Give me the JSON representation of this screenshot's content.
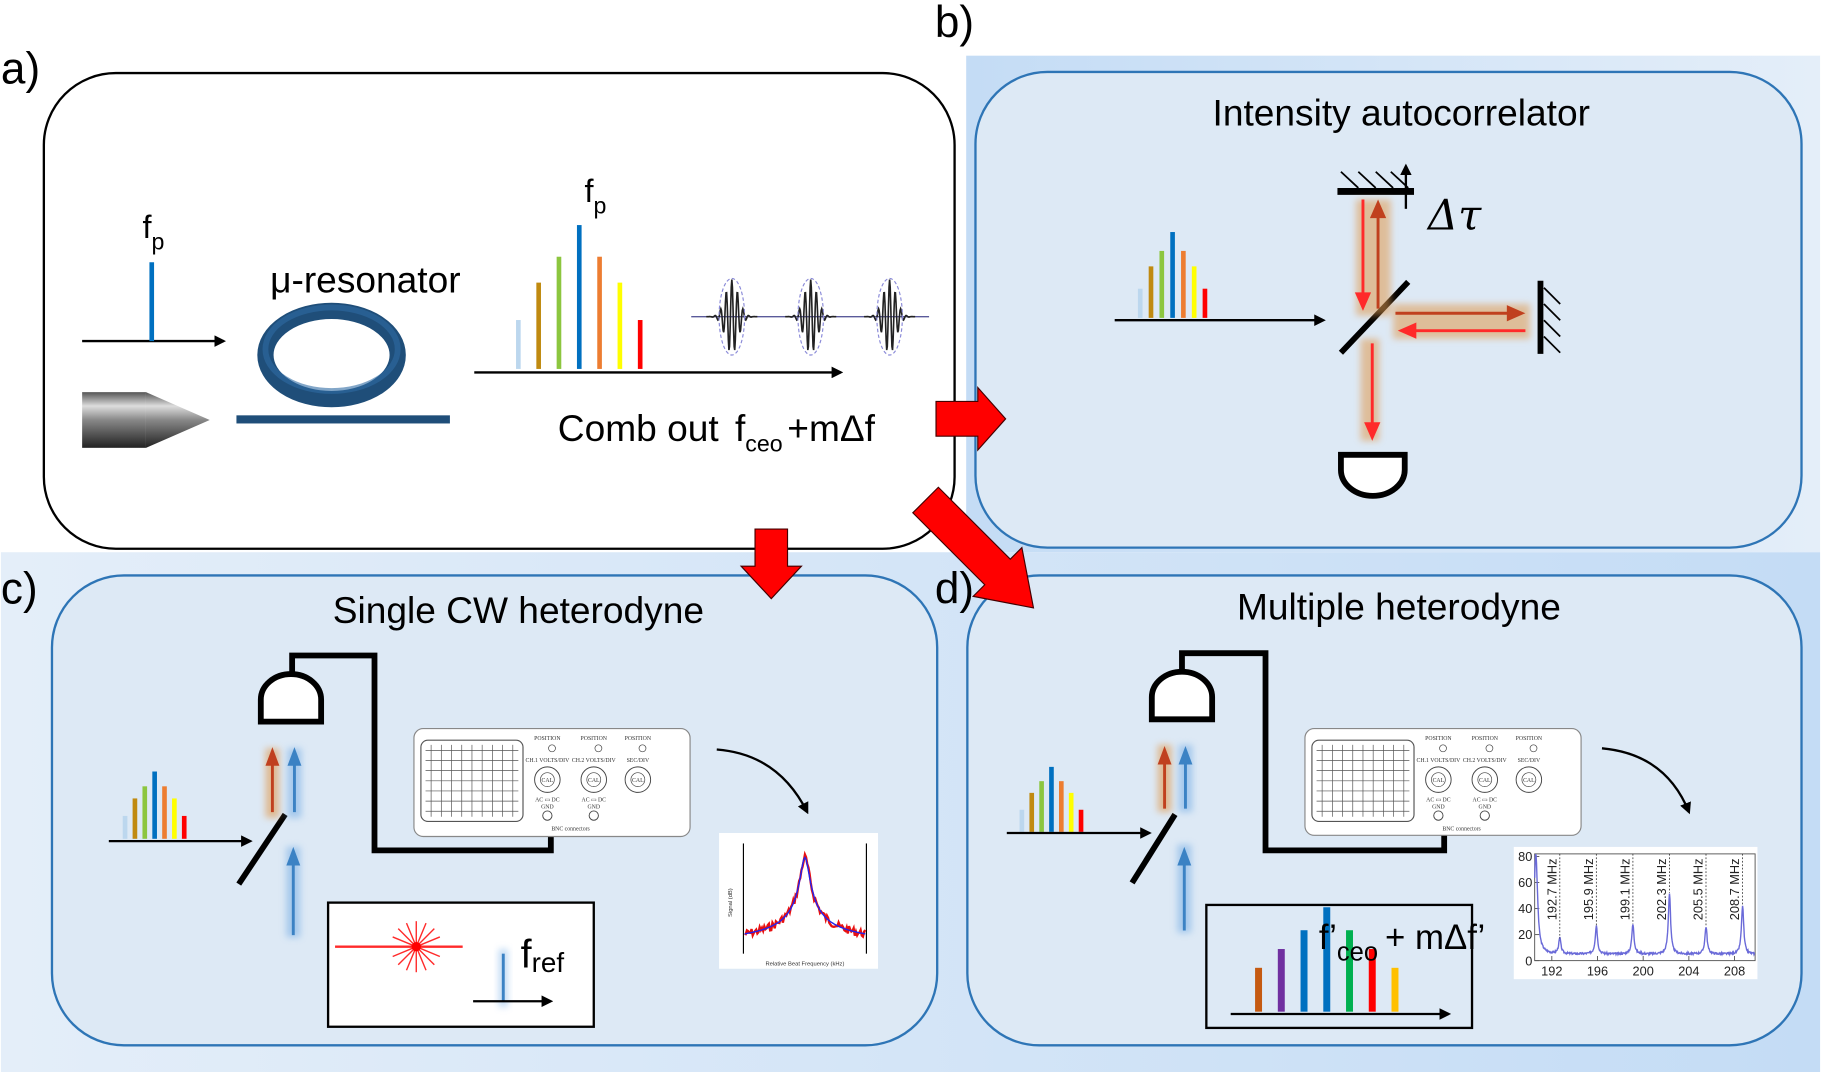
{
  "panels": {
    "a": {
      "letter": "a)",
      "pump_label": "f",
      "pump_sub": "p",
      "resonator_label": "μ-resonator",
      "comb_peak_label": "f",
      "comb_peak_sub": "p",
      "comb_out_prefix": "Comb out",
      "comb_out_f": "f",
      "comb_out_sub": "ceo",
      "comb_out_suffix": "+mΔf",
      "comb_lines": [
        {
          "color": "#bcd7ee",
          "height": 0.34
        },
        {
          "color": "#c08a10",
          "height": 0.6
        },
        {
          "color": "#8cc63f",
          "height": 0.78
        },
        {
          "color": "#0070c0",
          "height": 1.0
        },
        {
          "color": "#ed7d31",
          "height": 0.78
        },
        {
          "color": "#ffff00",
          "height": 0.6
        },
        {
          "color": "#ff0000",
          "height": 0.34
        }
      ],
      "pulse_count": 3
    },
    "b": {
      "letter": "b)",
      "title": "Intensity autocorrelator",
      "delay_label": "Δτ"
    },
    "c": {
      "letter": "c)",
      "title": "Single CW heterodyne",
      "ref_label": "f",
      "ref_sub": "ref",
      "beat_plot": {
        "xlabel": "Relative Beat Frequency (kHz)",
        "ylabel": "Signal (dB)",
        "series": [
          "measured (red)",
          "fit (blue)"
        ]
      }
    },
    "d": {
      "letter": "d)",
      "title": "Multiple heterodyne",
      "comb2_f": "f’",
      "comb2_sub": "ceo",
      "comb2_suffix": "+ mΔf’",
      "comb2_lines": [
        {
          "color": "#c55a11",
          "height": 0.42
        },
        {
          "color": "#7030a0",
          "height": 0.6
        },
        {
          "color": "#0070c0",
          "height": 0.78
        },
        {
          "color": "#0070c0",
          "height": 1.0
        },
        {
          "color": "#00b050",
          "height": 0.78
        },
        {
          "color": "#ff0000",
          "height": 0.6
        },
        {
          "color": "#ffc000",
          "height": 0.42
        }
      ]
    }
  },
  "oscilloscope": {
    "position_label": "POSITION",
    "ch1_label": "CH.1 VOLTS/DIV",
    "ch2_label": "CH.2 VOLTS/DIV",
    "sec_label": "SEC/DIV",
    "cal_label": "CAL",
    "ac_label": "AC",
    "dc_label": "DC",
    "gnd_label": "GND",
    "connectors_label": "BNC connectors"
  },
  "chart_data": {
    "type": "line",
    "title": "",
    "xlabel": "",
    "ylabel": "",
    "xlim": [
      190.5,
      209.8
    ],
    "ylim": [
      0,
      82
    ],
    "x_ticks": [
      192,
      196,
      200,
      204,
      208
    ],
    "y_ticks": [
      0,
      20,
      40,
      60,
      80
    ],
    "annotations": [
      "192.7 MHz",
      "195.9 MHz",
      "199.1 MHz",
      "202.3 MHz",
      "205.5 MHz",
      "208.7 MHz"
    ],
    "peaks": [
      {
        "x": 190.6,
        "y": 82
      },
      {
        "x": 192.7,
        "y": 17
      },
      {
        "x": 195.9,
        "y": 27
      },
      {
        "x": 199.1,
        "y": 28
      },
      {
        "x": 202.3,
        "y": 52
      },
      {
        "x": 205.5,
        "y": 26
      },
      {
        "x": 208.7,
        "y": 42
      }
    ],
    "baseline": 5,
    "line_color": "#6a6ad8",
    "grid": false
  },
  "colors": {
    "panel_bg": "#dde9f5",
    "panel_border": "#2e75b6",
    "outer_bg": "#cfe3f7",
    "arrow_red": "#ff0000",
    "beam_red": "#ff2a2a",
    "beam_darkred": "#c0401e",
    "beam_blue": "#3b82c4",
    "resonator": "#1f4e79"
  }
}
